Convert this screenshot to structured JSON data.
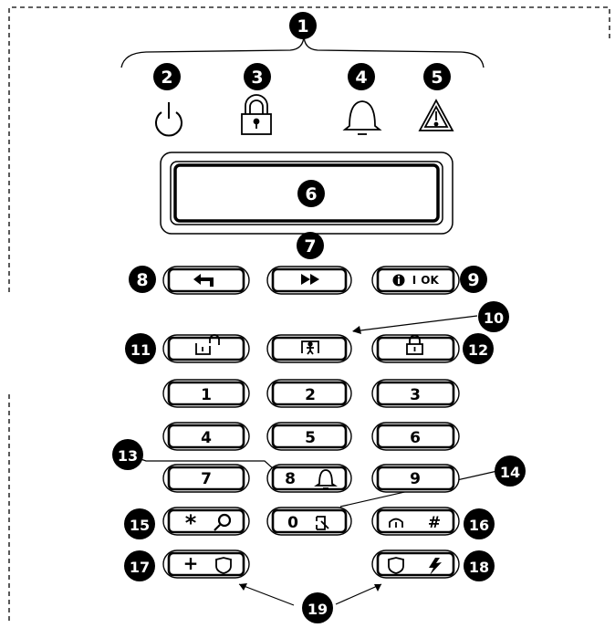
{
  "callouts": {
    "c1": "1",
    "c2": "2",
    "c3": "3",
    "c4": "4",
    "c5": "5",
    "c6": "6",
    "c7": "7",
    "c8": "8",
    "c9": "9",
    "c10": "10",
    "c11": "11",
    "c12": "12",
    "c13": "13",
    "c14": "14",
    "c15": "15",
    "c16": "16",
    "c17": "17",
    "c18": "18",
    "c19": "19"
  },
  "indicators": [
    "power-icon",
    "arm-lock-icon",
    "bell-icon",
    "warning-triangle-icon"
  ],
  "keys": {
    "k1": "1",
    "k2": "2",
    "k3": "3",
    "k4": "4",
    "k5": "5",
    "k6": "6",
    "k7": "7",
    "k8": "8",
    "k9": "9",
    "k0": "0",
    "star": "*",
    "hash": "#",
    "plus": "+",
    "info_sep": "I",
    "ok": "OK"
  }
}
